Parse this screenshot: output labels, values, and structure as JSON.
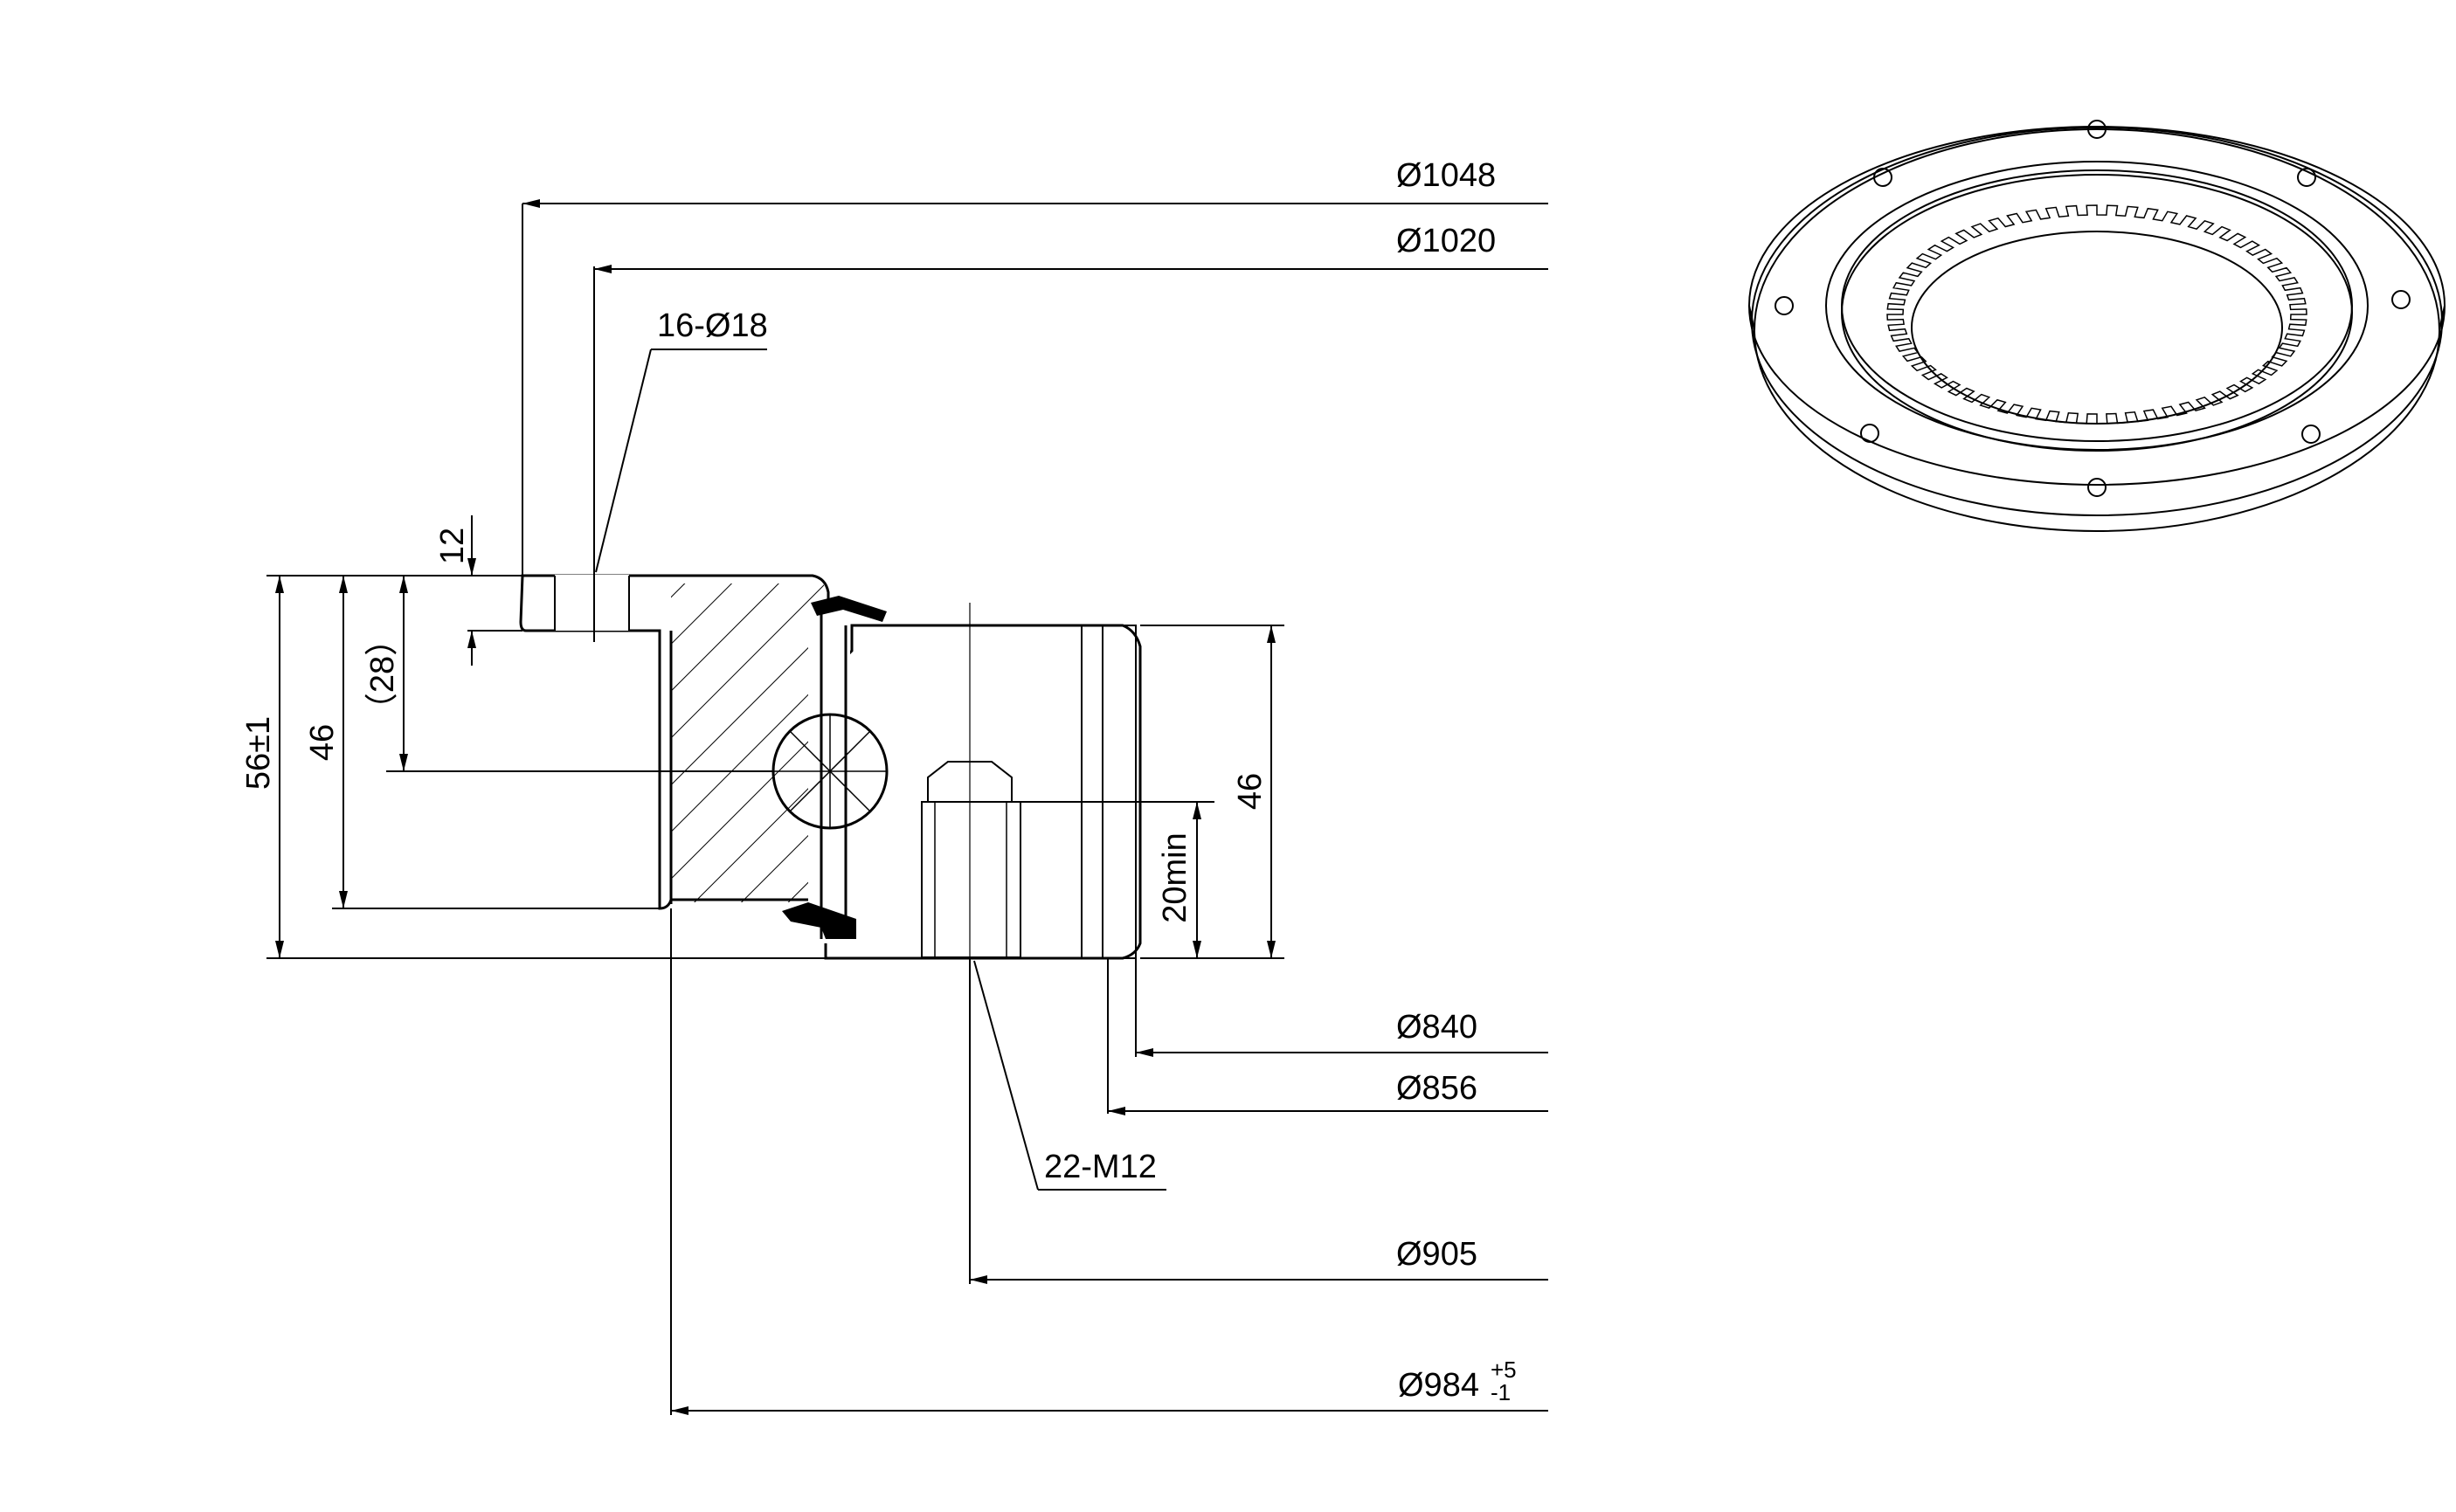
{
  "dimensions": {
    "outer_flange_diameter": "Ø1048",
    "bolt_circle_outer": "Ø1020",
    "flange_holes": "16-Ø18",
    "flange_thickness": "12",
    "total_height": "56±1",
    "outer_ring_height": "46",
    "ball_center_height": "（28）",
    "inner_ring_height": "46",
    "thread_depth": "20min",
    "gear_root_diameter": "Ø840",
    "inner_ring_bore": "Ø856",
    "tapped_holes": "22-M12",
    "inner_bolt_circle": "Ø905",
    "outer_ring_diameter": "Ø984",
    "tol_plus": "+5",
    "tol_minus": "-1"
  },
  "colors": {
    "line": "#000000",
    "background": "#ffffff"
  }
}
